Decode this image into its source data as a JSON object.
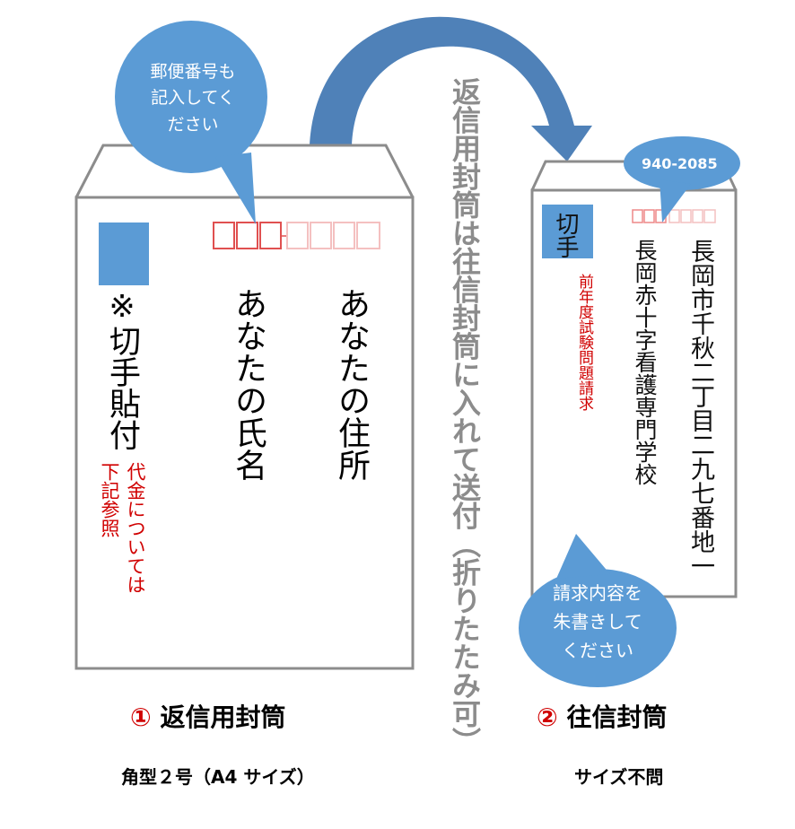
{
  "left_envelope": {
    "bubble": [
      "郵便番号も",
      "記入してく",
      "ださい"
    ],
    "stamp_note": "※切手貼付",
    "name": "あなたの氏名",
    "address": "あなたの住所",
    "fee_note_1": "代金については",
    "fee_note_2": "下記参照",
    "number_mark": "①",
    "title": "返信用封筒",
    "size": "角型２号（A4 サイズ）"
  },
  "center_text": "返信用封筒は往信封筒に入れて送付（折りたたみ可）",
  "right_envelope": {
    "postal_bubble": "940-2085",
    "stamp": "切手",
    "request_note": "前年度試験問題請求",
    "recipient": "長岡赤十字看護専門学校",
    "address": "長岡市千秋二丁目二九七番地一",
    "bubble": [
      "請求内容を",
      "朱書きして",
      "ください"
    ],
    "number_mark": "②",
    "title": "往信封筒",
    "size": "サイズ不問"
  },
  "colors": {
    "blue": "#5b9bd5",
    "arrow": "#4f81b8",
    "red": "#d00000",
    "gray": "#8c8c8c"
  }
}
